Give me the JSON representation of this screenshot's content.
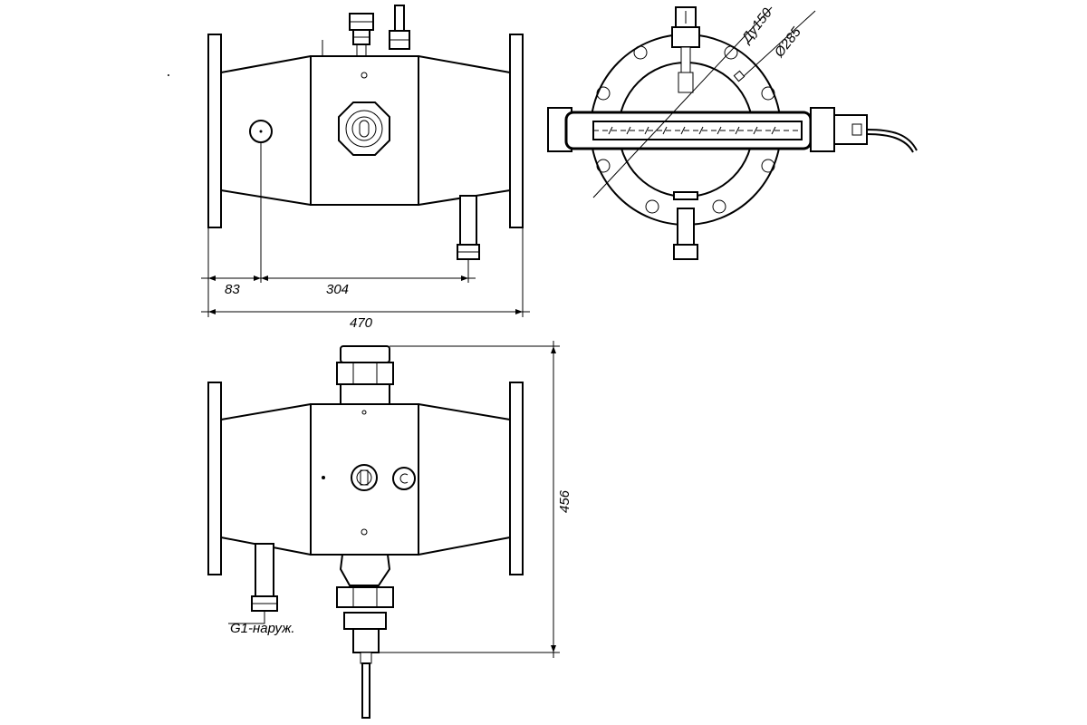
{
  "dimensions": {
    "offset_left": "83",
    "offset_main": "304",
    "total_length": "470",
    "height": "456",
    "nominal_diameter": "Ду150",
    "flange_diameter": "Ø285"
  },
  "callouts": {
    "thread": "G1-наруж."
  }
}
